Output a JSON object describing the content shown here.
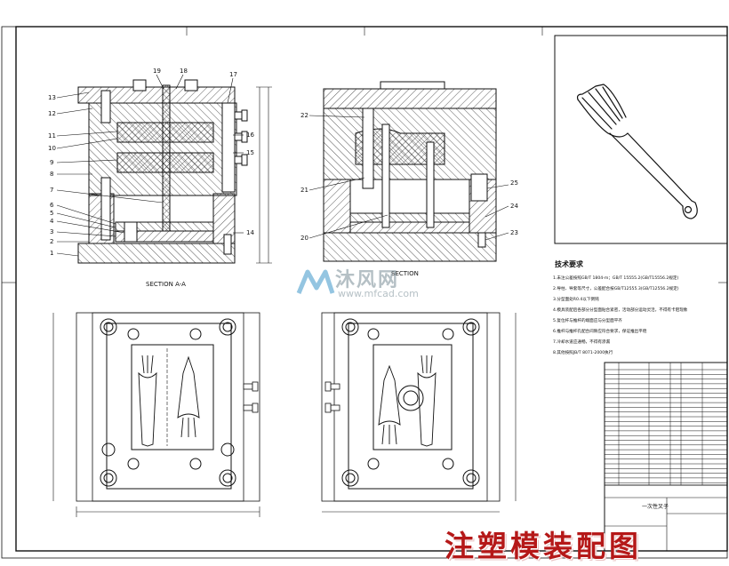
{
  "drawing": {
    "section_label": "SECTION A-A",
    "section_label_right": "SECTION",
    "part_numbers_left": [
      "13",
      "12",
      "11",
      "10",
      "9",
      "8",
      "7",
      "6",
      "5",
      "4",
      "3",
      "2",
      "1"
    ],
    "part_numbers_top": [
      "19",
      "18",
      "17"
    ],
    "part_numbers_right_col": [
      "16",
      "15",
      "14"
    ],
    "part_numbers_mid": [
      "22",
      "21",
      "20"
    ],
    "part_numbers_far_right": [
      "25",
      "24",
      "23"
    ],
    "notes_title": "技术要求",
    "notes": [
      "1.未注公差按照GB/T 1804-m；GB/T 15555.2(GB/T15556.2规定)",
      "2.导柱、导套等尺寸，公差配合按GB/T12555.3(GB/T12556.2规定)",
      "3.分型面处R0.4以下倒钝",
      "4.模具装配后各部分分型面贴合紧密，活动部分运动灵活，不得有卡阻现象",
      "5.复位杆与推杆的端面应与分型面平齐",
      "6.推杆与推杆孔配合间隙应符合要求，保证推出平稳",
      "7.冷却水道应通畅，不得有渗漏",
      "8.其他按照JB/T 8071-2000执行"
    ],
    "title_block_name": "一次性叉子",
    "watermark_title": "注塑模装配图",
    "watermark_site_cn": "沐风网",
    "watermark_site_url": "www.mfcad.com"
  },
  "colors": {
    "line": "#111111",
    "hatch": "#333333",
    "watermark": "#b51818"
  }
}
